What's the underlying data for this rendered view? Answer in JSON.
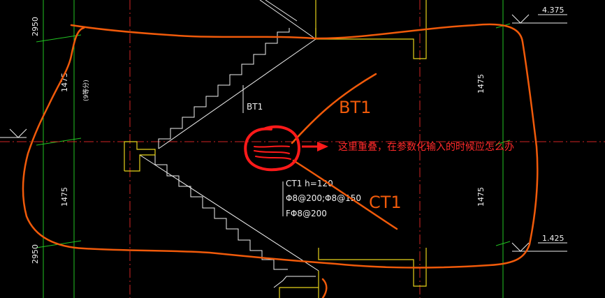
{
  "colors": {
    "background": "#000000",
    "dim_green": "#22c322",
    "axis_red": "#d22424",
    "stair_yellow": "#e6d21a",
    "stair_white": "#f0f0f0",
    "annotation_orange": "#f05a0a",
    "annotation_red": "#ff1a1a"
  },
  "dimensions": {
    "left_top": "2950",
    "left_mid_upper": "1475",
    "left_mid_upper_note": "(9等分)",
    "left_mid_lower": "1475",
    "left_bottom": "2950",
    "right_upper": "1475",
    "right_lower": "1475"
  },
  "levels": {
    "top_right": "4.375",
    "bottom_right": "1.425"
  },
  "labels": {
    "bt1_cad": "BT1",
    "ct1_line1": "CT1 h=120",
    "ct1_line2": "Φ8@200;Φ8@150",
    "ct1_line3": "FΦ8@200"
  },
  "annotation": {
    "bt1_hand": "BT1",
    "ct1_hand": "CT1",
    "question": "这里重叠，在参数化输入的时候应怎么办"
  },
  "icons": {
    "level_marker": "level-triangle-icon",
    "arrow": "arrow-right-icon"
  }
}
